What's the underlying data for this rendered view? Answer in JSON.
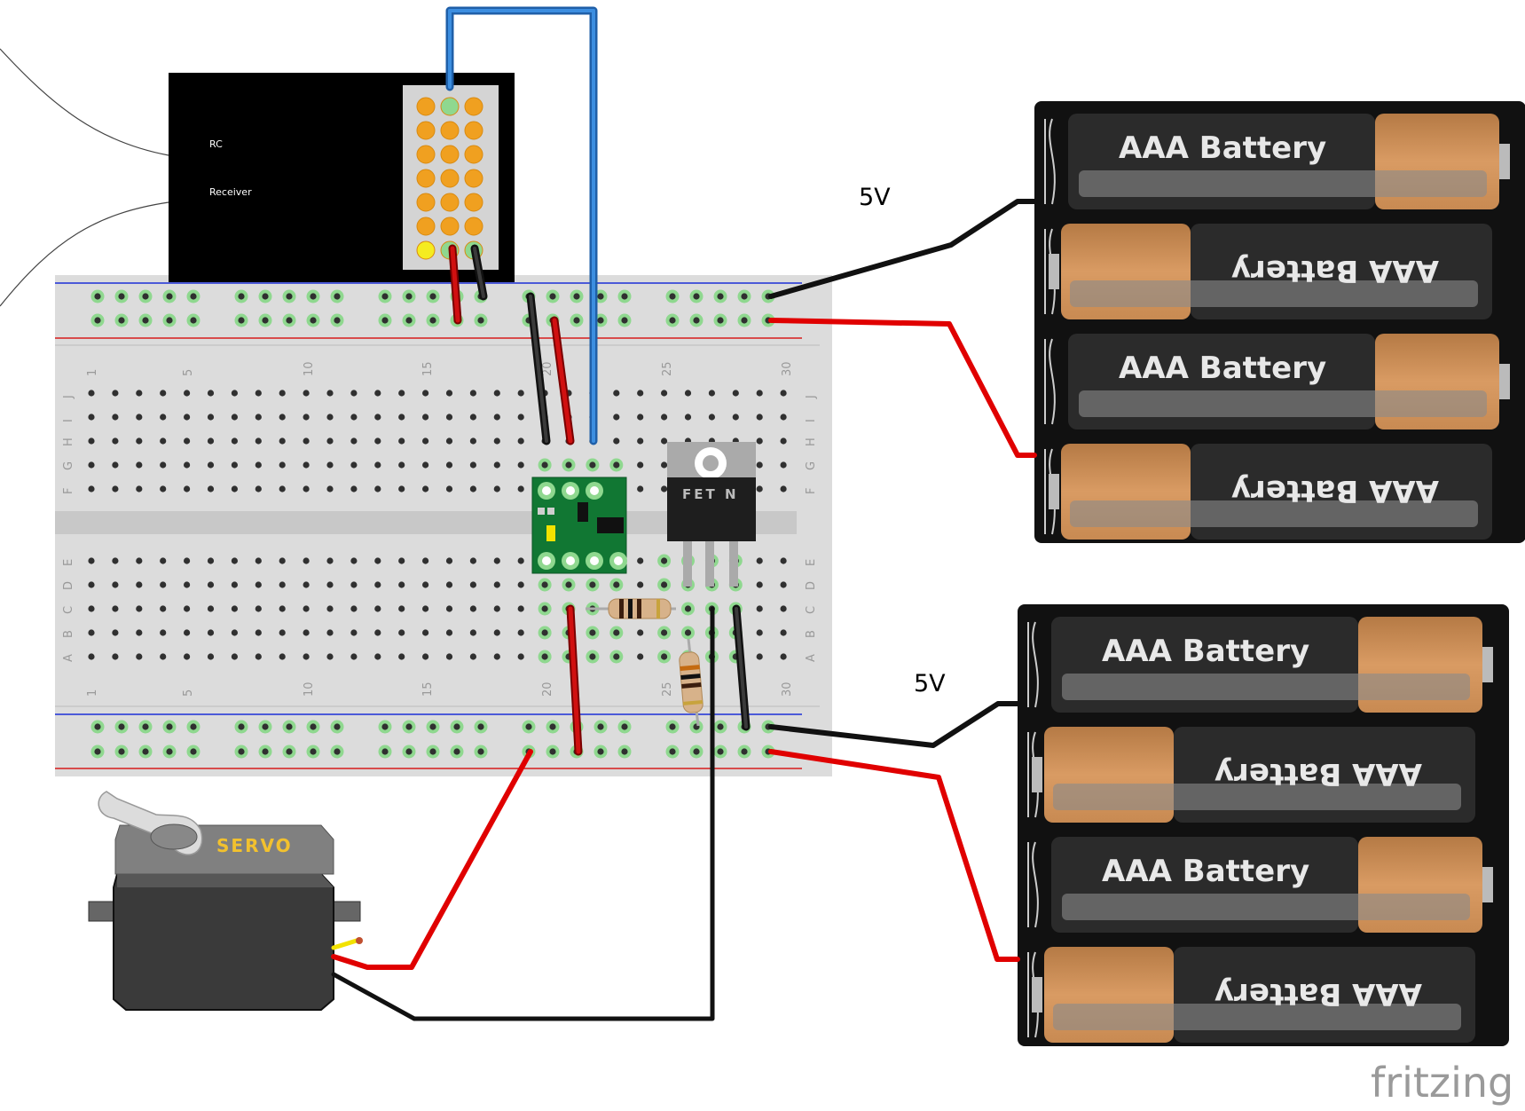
{
  "receiver": {
    "line1": "RC",
    "line2": "Receiver"
  },
  "battery_label": "AAA Battery",
  "voltage_top": "5V",
  "voltage_bottom": "5V",
  "fet_label": "FET N",
  "servo_label": "SERVO",
  "brand": "fritzing",
  "breadboard": {
    "column_numbers": [
      "1",
      "5",
      "10",
      "15",
      "20",
      "25",
      "30"
    ],
    "top_row_letters": [
      "J",
      "I",
      "H",
      "G",
      "F"
    ],
    "bottom_row_letters": [
      "E",
      "D",
      "C",
      "B",
      "A"
    ]
  },
  "colors": {
    "wire_red": "#e00000",
    "wire_black": "#111111",
    "wire_blue": "#2a73c8",
    "breadboard": "#dcdcdc",
    "battery_copper": "#cc8f58",
    "pcb_green": "#117733"
  }
}
